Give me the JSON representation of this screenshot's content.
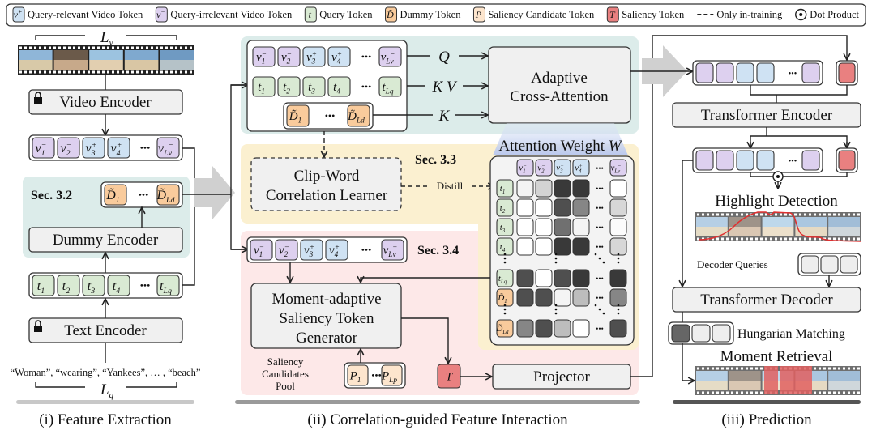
{
  "colors": {
    "relevant": "#cfe2f3",
    "irrelevant": "#ddd0ef",
    "query": "#d9ead3",
    "dummy": "#f9cb9c",
    "candidate": "#fde5cd",
    "saliency": "#e98080",
    "panel_teal": "#dcecea",
    "panel_yellow": "#fbf0d0",
    "panel_pink": "#fde8e8"
  },
  "legend": [
    {
      "symbol": "v",
      "sup": "+",
      "kind": "relevant",
      "label": "Query-relevant Video Token"
    },
    {
      "symbol": "v",
      "sup": "−",
      "kind": "irrelevant",
      "label": "Query-irrelevant Video Token"
    },
    {
      "symbol": "t",
      "sup": "",
      "kind": "query",
      "label": "Query Token"
    },
    {
      "symbol": "D̃",
      "sup": "",
      "kind": "dummy",
      "label": "Dummy Token"
    },
    {
      "symbol": "P",
      "sup": "",
      "kind": "candidate",
      "label": "Saliency Candidate Token"
    },
    {
      "symbol": "T",
      "sup": "",
      "kind": "saliency",
      "label": "Saliency Token"
    },
    {
      "symbol": "dashed-line",
      "label": "Only in-training"
    },
    {
      "symbol": "dot-product",
      "label": "Dot Product"
    }
  ],
  "tokens": {
    "video": [
      {
        "b": "v",
        "sub": "1",
        "sup": "−",
        "kind": "irrelevant"
      },
      {
        "b": "v",
        "sub": "2",
        "sup": "−",
        "kind": "irrelevant"
      },
      {
        "b": "v",
        "sub": "3",
        "sup": "+",
        "kind": "relevant"
      },
      {
        "b": "v",
        "sub": "4",
        "sup": "+",
        "kind": "relevant"
      },
      {
        "b": "v",
        "sub": "Lv",
        "sup": "−",
        "kind": "irrelevant"
      }
    ],
    "query": [
      {
        "b": "t",
        "sub": "1",
        "kind": "query"
      },
      {
        "b": "t",
        "sub": "2",
        "kind": "query"
      },
      {
        "b": "t",
        "sub": "3",
        "kind": "query"
      },
      {
        "b": "t",
        "sub": "4",
        "kind": "query"
      },
      {
        "b": "t",
        "sub": "Lq",
        "kind": "query"
      }
    ],
    "dummy": [
      {
        "b": "D̃",
        "sub": "1",
        "kind": "dummy"
      },
      {
        "b": "D̃",
        "sub": "Ld",
        "kind": "dummy"
      }
    ],
    "candidates": [
      {
        "b": "P",
        "sub": "1",
        "kind": "candidate"
      },
      {
        "b": "P",
        "sub": "Lp",
        "kind": "candidate"
      }
    ],
    "saliency": {
      "b": "T",
      "kind": "saliency"
    },
    "dots": "•••"
  },
  "feature_extraction": {
    "lv_label": "L",
    "lv_sub": "v",
    "video_encoder": "Video Encoder",
    "section": "Sec. 3.2",
    "dummy_encoder": "Dummy Encoder",
    "text_encoder": "Text Encoder",
    "query_words": "“Woman”, “wearing”, “Yankees”, … , “beach”",
    "lq_label": "L",
    "lq_sub": "q",
    "caption": "(i) Feature Extraction"
  },
  "interaction": {
    "q_label": "Q",
    "kv_label": "K V",
    "k_label": "K",
    "cross_attention": [
      "Adaptive",
      "Cross-Attention"
    ],
    "attention_title": "Attention Weight ",
    "attention_symbol": "W",
    "section_33": "Sec. 3.3",
    "clip_word": [
      "Clip-Word",
      "Correlation Learner"
    ],
    "distill": "Distill",
    "section_34": "Sec. 3.4",
    "generator": [
      "Moment-adaptive",
      "Saliency Token",
      "Generator"
    ],
    "pool": [
      "Saliency",
      "Candidates",
      "Pool"
    ],
    "projector": "Projector",
    "caption": "(ii) Correlation-guided Feature Interaction",
    "attention_weights": [
      [
        0.05,
        0.2,
        0.9,
        0.9,
        0.0
      ],
      [
        0.0,
        0.0,
        0.8,
        0.55,
        0.18
      ],
      [
        0.0,
        0.0,
        0.65,
        0.05,
        0.02
      ],
      [
        0.0,
        0.0,
        0.9,
        0.9,
        0.18
      ],
      [
        0.8,
        0.0,
        0.8,
        0.9,
        0.9
      ],
      [
        0.8,
        0.8,
        0.05,
        0.3,
        0.55
      ],
      [
        0.55,
        0.8,
        0.3,
        0.0,
        0.8
      ]
    ]
  },
  "prediction": {
    "transformer_encoder": "Transformer Encoder",
    "highlight_detection": "Highlight Detection",
    "decoder_queries": "Decoder Queries",
    "transformer_decoder": "Transformer Decoder",
    "hungarian": "Hungarian Matching",
    "moment_retrieval": "Moment Retrieval",
    "caption": "(iii) Prediction",
    "token_kinds": [
      "irrelevant",
      "irrelevant",
      "relevant",
      "relevant",
      "irrelevant"
    ]
  }
}
